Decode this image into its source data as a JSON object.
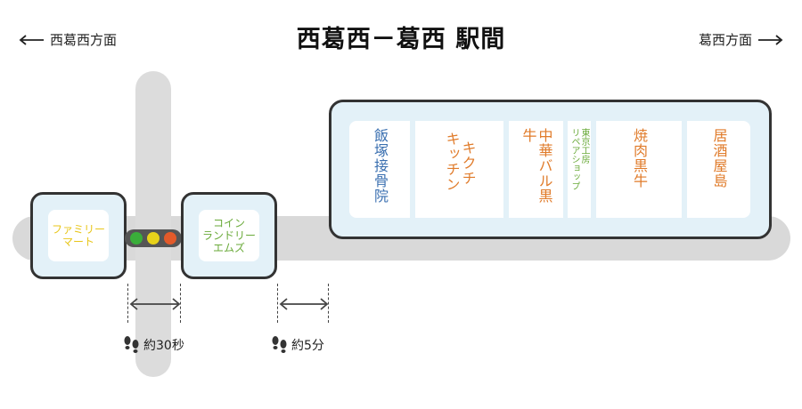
{
  "header": {
    "title": "西葛西－葛西 駅間",
    "left_direction": "西葛西方面",
    "right_direction": "葛西方面"
  },
  "shops": {
    "family_mart": "ファミリーマート",
    "family_mart_line1": "ファミリー",
    "family_mart_line2": "マート",
    "laundry": "コインランドリーエムズ",
    "laundry_line1": "コイン",
    "laundry_line2": "ランドリー",
    "laundry_line3": "エムズ"
  },
  "stores": [
    {
      "name": "飯塚接骨院",
      "color": "#3a6fb0"
    },
    {
      "name": "キッチンキクチ",
      "line1": "キッチン",
      "line2": "キクチ",
      "color": "#e07b2a"
    },
    {
      "name": "中華バル黒牛",
      "color": "#e07b2a"
    },
    {
      "name": "リペアショップ東京工房",
      "line1": "リペアショップ",
      "line2": "東京工房",
      "color": "#6aaa3a"
    },
    {
      "name": "焼肉黒牛",
      "color": "#e07b2a"
    },
    {
      "name": "居酒屋島",
      "color": "#e07b2a"
    }
  ],
  "walk": {
    "crossing_time": "約30秒",
    "shop_time": "約5分"
  },
  "colors": {
    "family_mart_text": "#e8c61a",
    "laundry_text": "#6aaa3a",
    "signal_green": "#3aae3a",
    "signal_yellow": "#e8d21a",
    "signal_red": "#e35a2a"
  },
  "icons": [
    "arrow-left-icon",
    "arrow-right-icon",
    "footprints-icon",
    "double-arrow-icon",
    "traffic-light-icon"
  ]
}
